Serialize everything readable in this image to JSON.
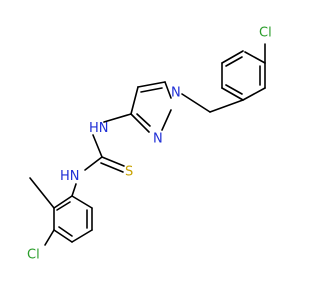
{
  "molecule": {
    "atoms": {
      "cl_top": {
        "symbol": "Cl",
        "color": "#2a9d2a"
      },
      "n_pyrazole_1": {
        "symbol": "N",
        "color": "#1f2fd6"
      },
      "n_pyrazole_2": {
        "symbol": "N",
        "color": "#1f2fd6"
      },
      "nh_upper": {
        "symbol": "N",
        "h": "H",
        "color": "#1f2fd6"
      },
      "nh_lower": {
        "symbol": "N",
        "h": "H",
        "color": "#1f2fd6"
      },
      "s_thione": {
        "symbol": "S",
        "color": "#c8a200"
      },
      "cl_bottom": {
        "symbol": "Cl",
        "color": "#2a9d2a"
      }
    },
    "bond_color": "#000000"
  }
}
